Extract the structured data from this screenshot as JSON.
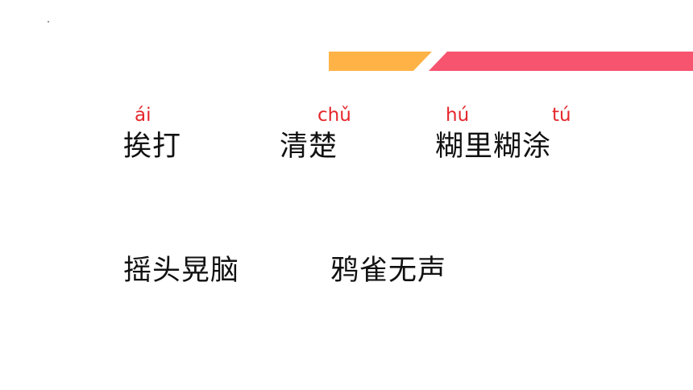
{
  "colors": {
    "background": "#ffffff",
    "accent_orange": "#FFB347",
    "accent_pink": "#F7546F",
    "pinyin": "#E5262B",
    "text": "#111111"
  },
  "row1": {
    "word1": {
      "pinyin": "ái",
      "text": "挨打"
    },
    "word2": {
      "pinyin": "chǔ",
      "text": "清楚"
    },
    "word3": {
      "pinyin1": "hú",
      "pinyin2": "tú",
      "text": "糊里糊涂"
    }
  },
  "row2": {
    "word1": {
      "text": "摇头晃脑"
    },
    "word2": {
      "text": "鸦雀无声"
    }
  }
}
